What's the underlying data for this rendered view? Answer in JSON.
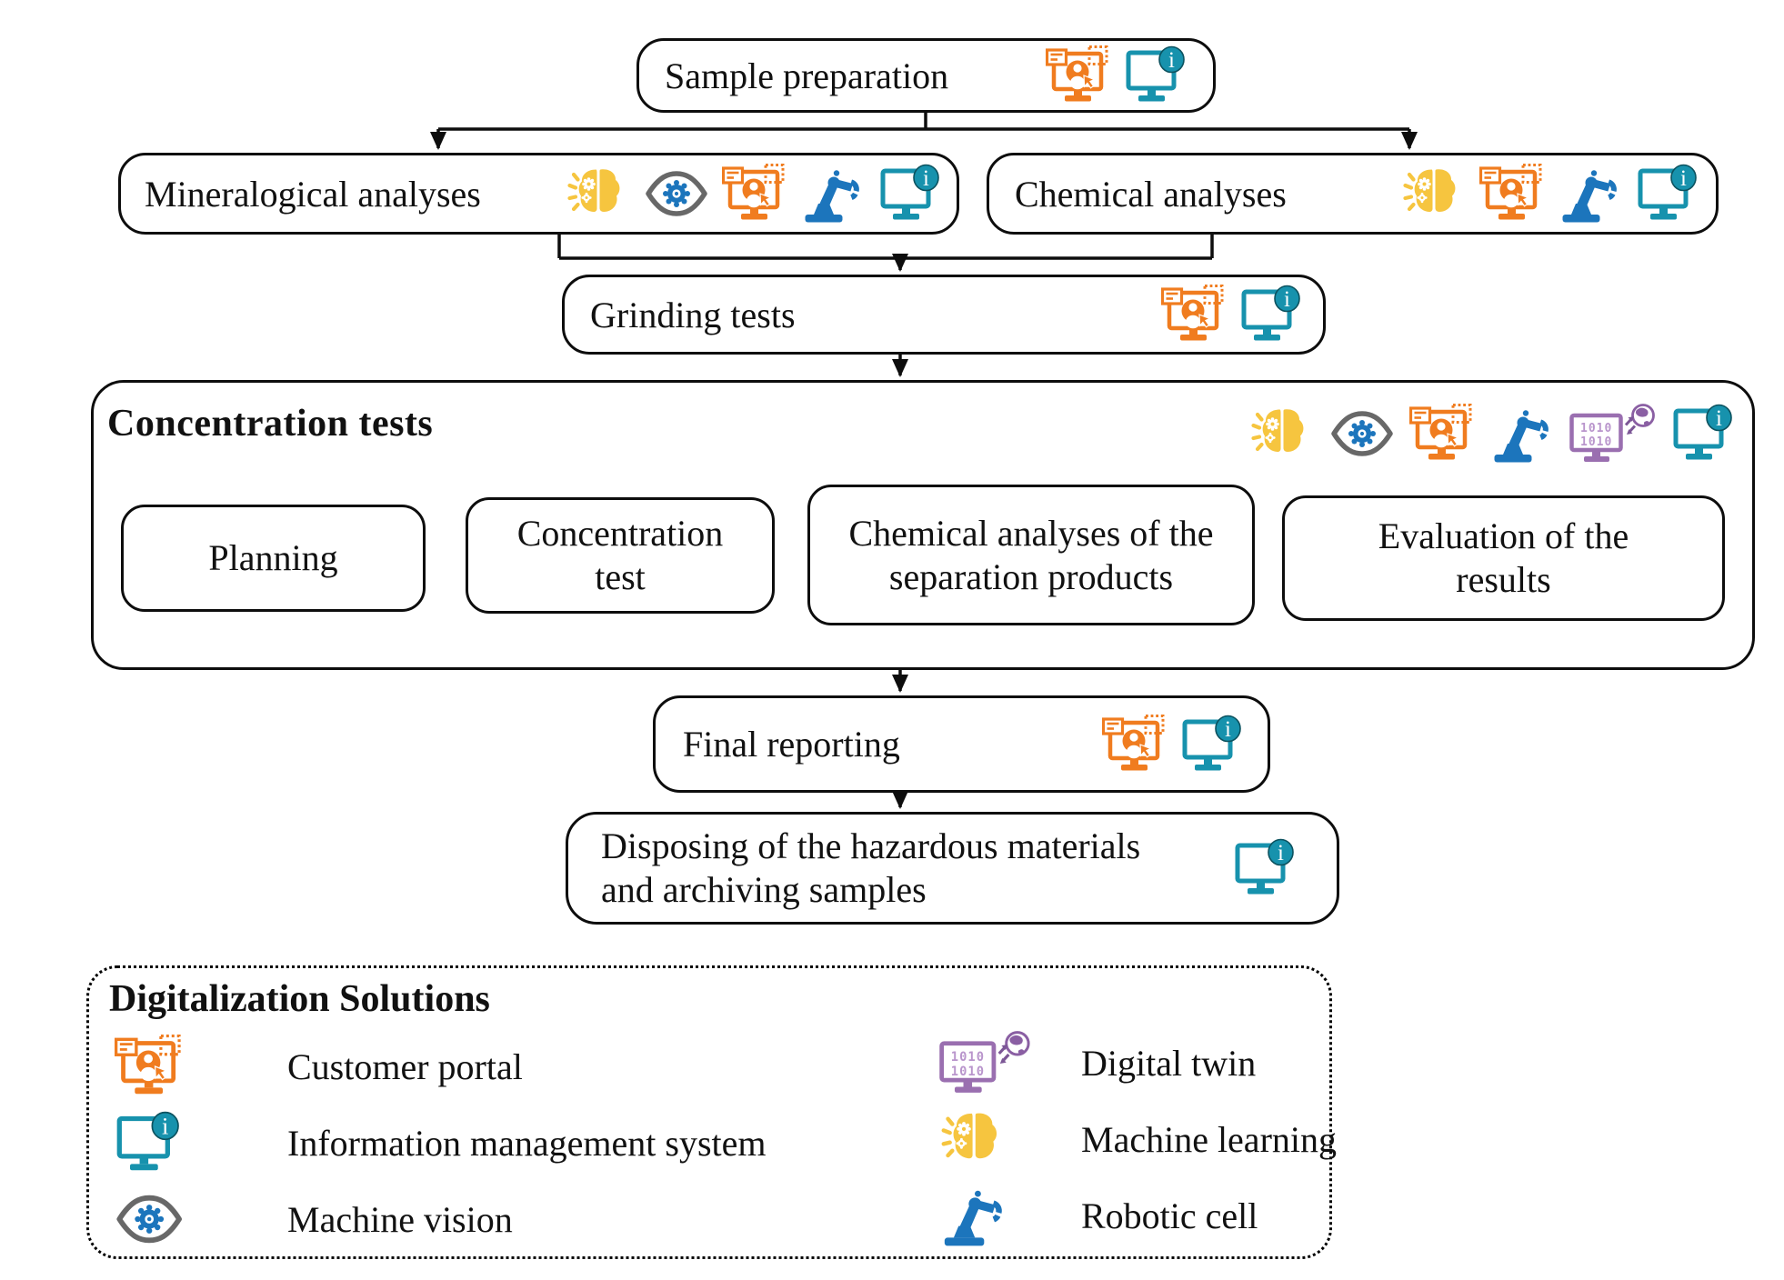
{
  "colors": {
    "customer_portal": "#F07C1F",
    "information_management": "#1792AD",
    "machine_vision_eye": "#686868",
    "machine_vision_gear": "#1C75BC",
    "robotic_cell": "#1C75BC",
    "digital_twin": "#9A6FB0",
    "machine_learning": "#F6C53F",
    "outline": "#0D0D0D"
  },
  "flow": {
    "sample_prep": {
      "label": "Sample preparation",
      "icons": [
        "customer-portal",
        "information-management"
      ]
    },
    "mineralogical": {
      "label": "Mineralogical analyses",
      "icons": [
        "machine-learning",
        "machine-vision",
        "customer-portal",
        "robotic-cell",
        "information-management"
      ]
    },
    "chemical": {
      "label": "Chemical analyses",
      "icons": [
        "machine-learning",
        "customer-portal",
        "robotic-cell",
        "information-management"
      ]
    },
    "grinding": {
      "label": "Grinding tests",
      "icons": [
        "customer-portal",
        "information-management"
      ]
    },
    "concentration": {
      "label": "Concentration tests",
      "icons": [
        "machine-learning",
        "machine-vision",
        "customer-portal",
        "robotic-cell",
        "digital-twin",
        "information-management"
      ],
      "steps": [
        {
          "label": "Planning"
        },
        {
          "label": "Concentration test"
        },
        {
          "label": "Chemical analyses of the separation products"
        },
        {
          "label": "Evaluation of the results"
        }
      ]
    },
    "final_reporting": {
      "label": "Final reporting",
      "icons": [
        "customer-portal",
        "information-management"
      ]
    },
    "disposing": {
      "label": "Disposing of the hazardous materials and archiving samples",
      "icons": [
        "information-management"
      ]
    }
  },
  "legend": {
    "title": "Digitalization Solutions",
    "items": [
      {
        "icon": "customer-portal",
        "label": "Customer portal"
      },
      {
        "icon": "information-management",
        "label": "Information management system"
      },
      {
        "icon": "machine-vision",
        "label": "Machine vision"
      },
      {
        "icon": "digital-twin",
        "label": "Digital twin"
      },
      {
        "icon": "machine-learning",
        "label": "Machine learning"
      },
      {
        "icon": "robotic-cell",
        "label": "Robotic cell"
      }
    ]
  }
}
